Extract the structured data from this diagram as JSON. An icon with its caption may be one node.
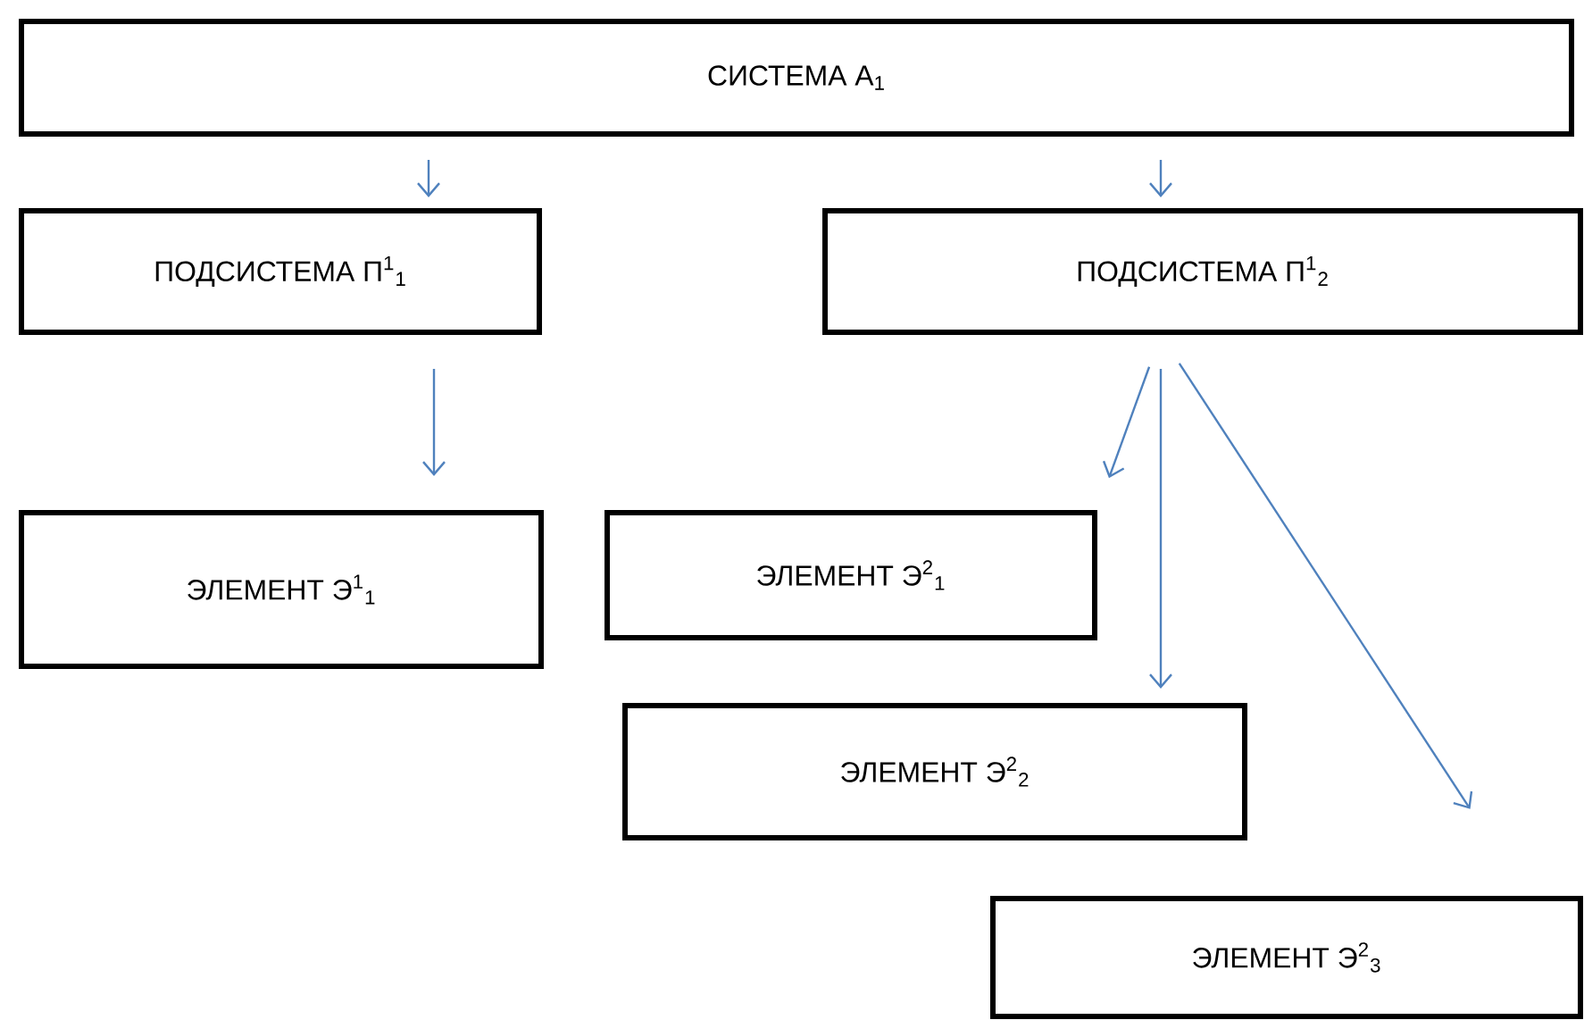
{
  "diagram": {
    "nodes": [
      {
        "text": [
          "СИСТЕМА А$_{1}$"
        ]
      },
      {
        "text": [
          "ПОДСИСТЕМА П$^{1}$$_{1}$"
        ]
      },
      {
        "text": [
          "ПОДСИСТЕМА П$^{1}$$_{2}$"
        ]
      },
      {
        "text": [
          "ЭЛЕМЕНТ Э$^{1}$$_{1}$"
        ]
      },
      {
        "text": [
          "ЭЛЕМЕНТ Э$^{2}$$_{1}$"
        ]
      },
      {
        "text": [
          "ЭЛЕМЕНТ Э$^{2}$$_{2}$"
        ]
      },
      {
        "text": [
          "ЭЛЕМЕНТ Э$^{2}$$_{3}$"
        ]
      }
    ],
    "edges": [
      {
        "from": 0,
        "to": 1,
        "arrow": "to"
      },
      {
        "from": 0,
        "to": 2,
        "arrow": "to"
      },
      {
        "from": 1,
        "to": 3,
        "arrow": "to"
      },
      {
        "from": 2,
        "to": 4,
        "arrow": "to"
      },
      {
        "from": 2,
        "to": 5,
        "arrow": "to"
      },
      {
        "from": 2,
        "to": 6,
        "arrow": "to"
      }
    ]
  }
}
